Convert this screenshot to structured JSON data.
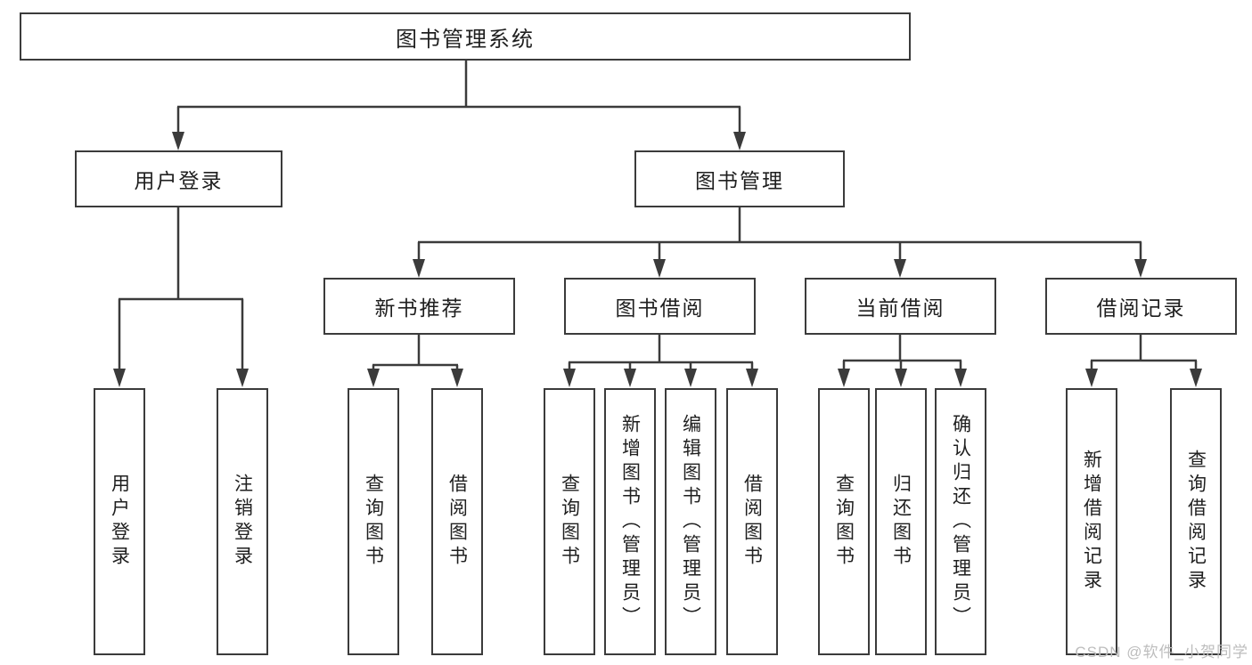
{
  "tree": {
    "root": "图书管理系统",
    "user_login": {
      "label": "用户登录",
      "children": [
        "用户登录",
        "注销登录"
      ]
    },
    "book_management": {
      "label": "图书管理",
      "sections": [
        {
          "label": "新书推荐",
          "children": [
            "查询图书",
            "借阅图书"
          ]
        },
        {
          "label": "图书借阅",
          "children": [
            "查询图书",
            "新增图书（管理员）",
            "编辑图书（管理员）",
            "借阅图书"
          ]
        },
        {
          "label": "当前借阅",
          "children": [
            "查询图书",
            "归还图书",
            "确认归还（管理员）"
          ]
        },
        {
          "label": "借阅记录",
          "children": [
            "新增借阅记录",
            "查询借阅记录"
          ]
        }
      ]
    }
  },
  "watermark": "CSDN @软件_小贺同学",
  "colors": {
    "line": "#3b3b3b",
    "text": "#1f1f1f",
    "watermark": "#bdbdbd",
    "background": "#ffffff"
  }
}
